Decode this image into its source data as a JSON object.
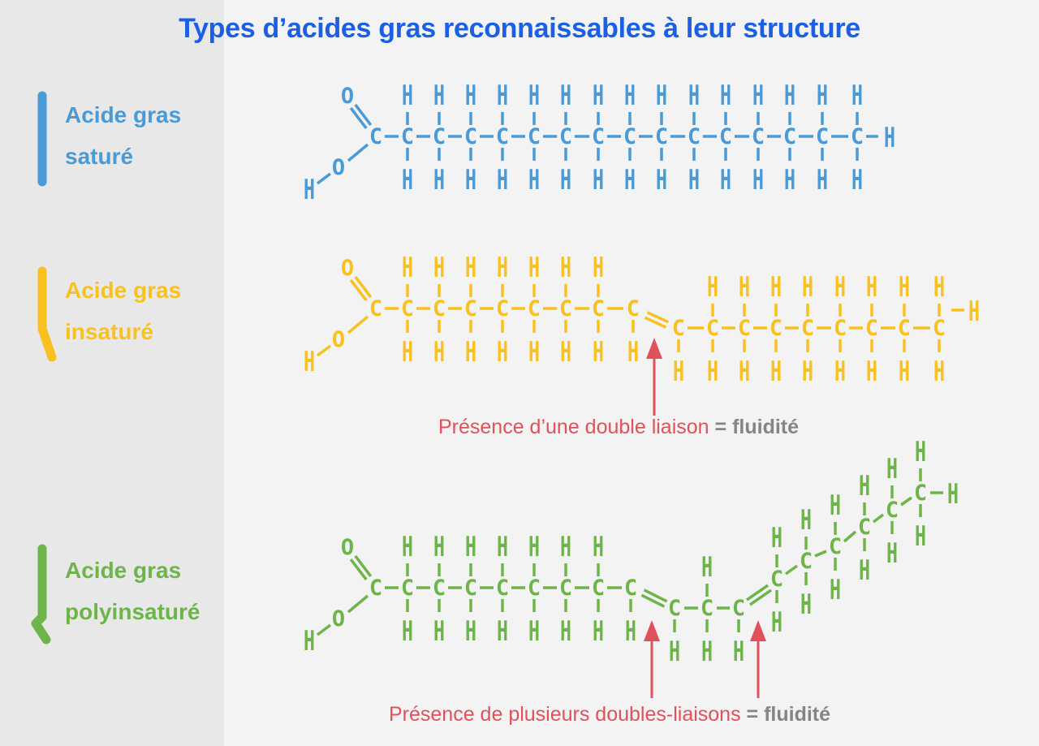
{
  "title": "Types d’acides gras reconnaissables à leur structure",
  "colors": {
    "title": "#1a5fe6",
    "saturated": "#4a9ad6",
    "unsaturated": "#f9c11f",
    "polyunsaturated": "#6db54a",
    "arrow": "#e0525a",
    "equals_text": "#858585",
    "sidebar_bg": "#e9e8e9",
    "main_bg": "#f3f3f3"
  },
  "rows": [
    {
      "id": "saturated",
      "label_line1": "Acide gras",
      "label_line2": "saturé"
    },
    {
      "id": "unsaturated",
      "label_line1": "Acide gras",
      "label_line2": "insaturé"
    },
    {
      "id": "polyunsaturated",
      "label_line1": "Acide gras",
      "label_line2": "polyinsaturé"
    }
  ],
  "captions": {
    "unsaturated": {
      "text": "Présence d’une double liaison",
      "equals": "= fluidité"
    },
    "polyunsaturated": {
      "text": "Présence de plusieurs doubles-liaisons",
      "equals": "= fluidité"
    }
  },
  "atoms": {
    "carbon": "C",
    "hydrogen": "H",
    "oxygen": "O"
  }
}
